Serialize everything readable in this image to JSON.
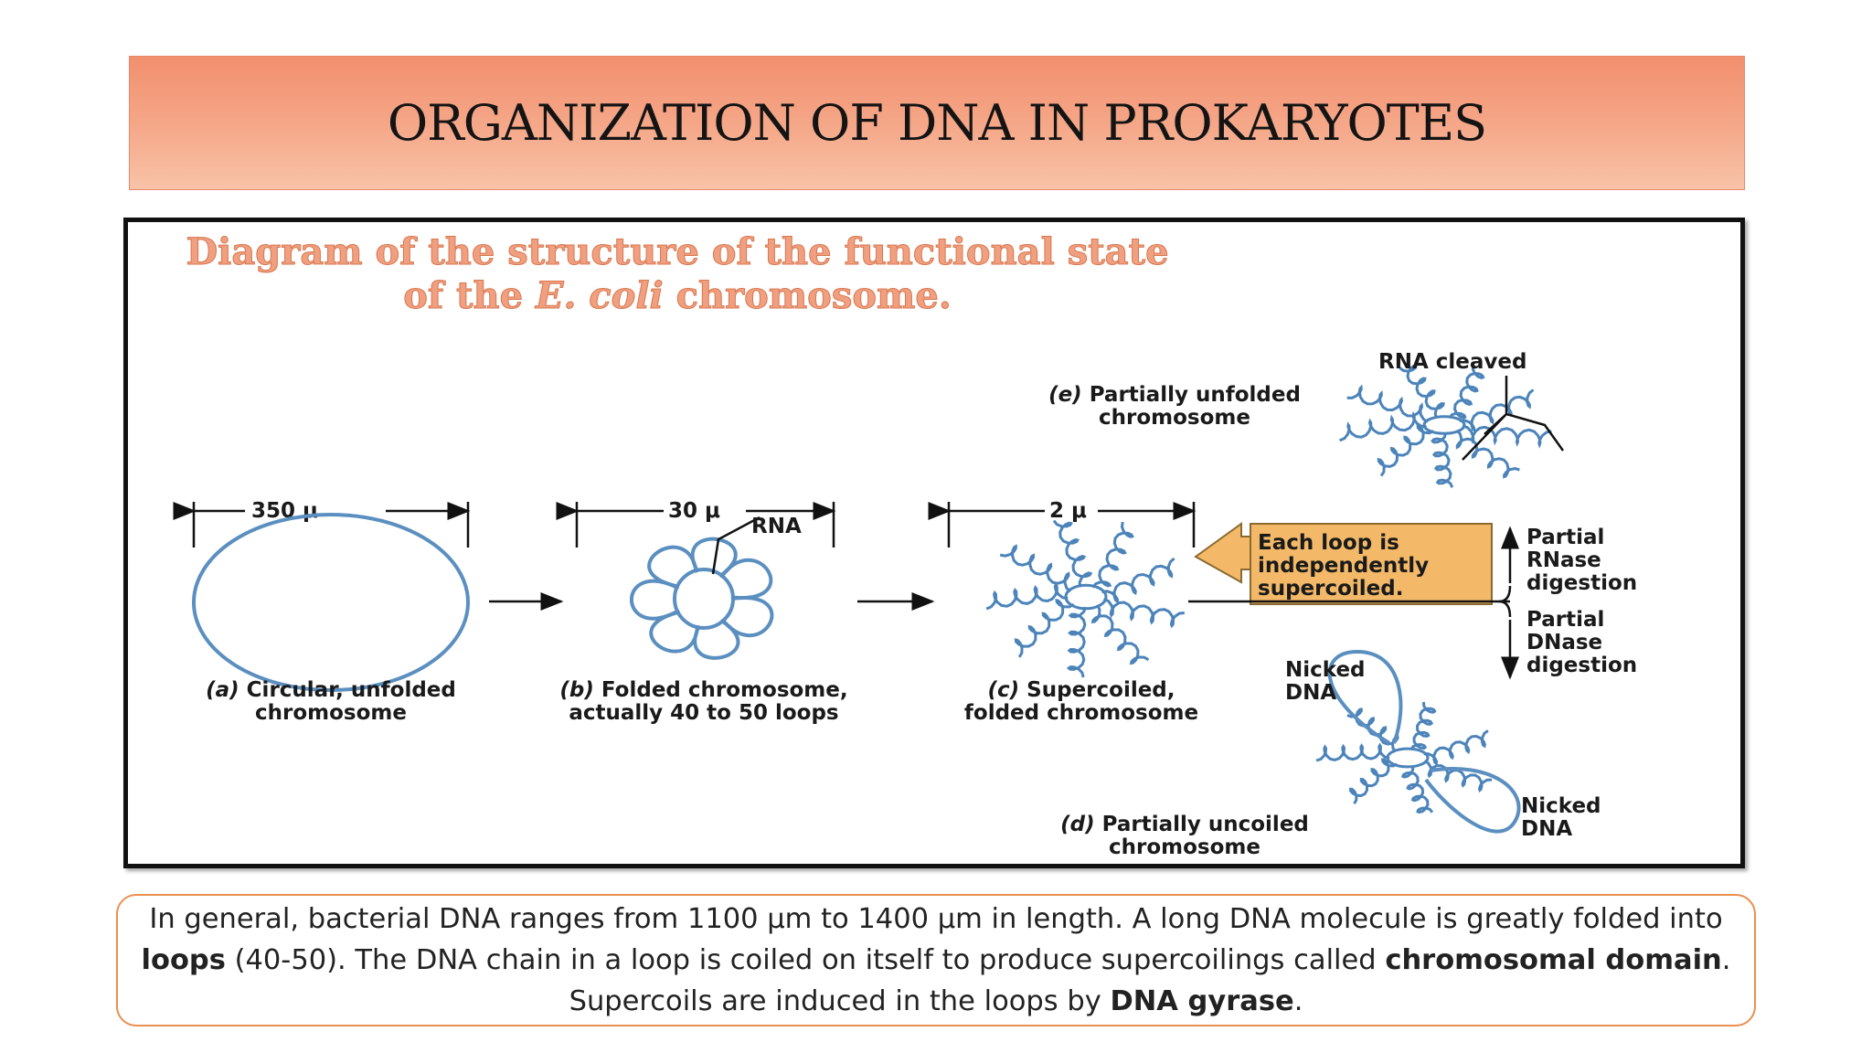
{
  "slide": {
    "title": "ORGANIZATION OF DNA IN PROKARYOTES"
  },
  "diagram": {
    "title_line1": "Diagram of the structure of the functional state",
    "title_line2_pre": "of the ",
    "title_line2_italic": "E. coli",
    "title_line2_post": " chromosome.",
    "scale_a": "350 μ",
    "scale_b": "30 μ",
    "scale_c": "2 μ",
    "rna_label": "RNA",
    "rna_cleaved": "RNA cleaved",
    "callout_line1": "Each loop is",
    "callout_line2": "independently",
    "callout_line3": "supercoiled.",
    "partial_rnase_1": "Partial",
    "partial_rnase_2": "RNase",
    "partial_rnase_3": "digestion",
    "partial_dnase_1": "Partial",
    "partial_dnase_2": "DNase",
    "partial_dnase_3": "digestion",
    "nicked_1a": "Nicked",
    "nicked_1b": "DNA",
    "nicked_2a": "Nicked",
    "nicked_2b": "DNA",
    "label_a_tag": "(a)",
    "label_a_1": " Circular, unfolded",
    "label_a_2": "chromosome",
    "label_b_tag": "(b)",
    "label_b_1": " Folded chromosome,",
    "label_b_2": "actually 40 to 50 loops",
    "label_c_tag": "(c)",
    "label_c_1": " Supercoiled,",
    "label_c_2": "folded chromosome",
    "label_d_tag": "(d)",
    "label_d_1": " Partially uncoiled",
    "label_d_2": "chromosome",
    "label_e_tag": "(e)",
    "label_e_1": " Partially unfolded",
    "label_e_2": "chromosome"
  },
  "caption": {
    "t1": "In general, bacterial DNA ranges from 1100 μm to 1400 μm in length. A long DNA molecule is greatly folded into ",
    "b1": "loops",
    "t2": " (40-50). The DNA chain in a loop is coiled on itself to produce supercoilings called ",
    "b2": "chromosomal domain",
    "t3": ". Supercoils are induced in the loops by ",
    "b3": "DNA gyrase",
    "t4": "."
  },
  "colors": {
    "banner": "#f5a98a",
    "dna": "#5b8fc0",
    "callout": "#f3b968",
    "caption_border": "#e8904f"
  }
}
